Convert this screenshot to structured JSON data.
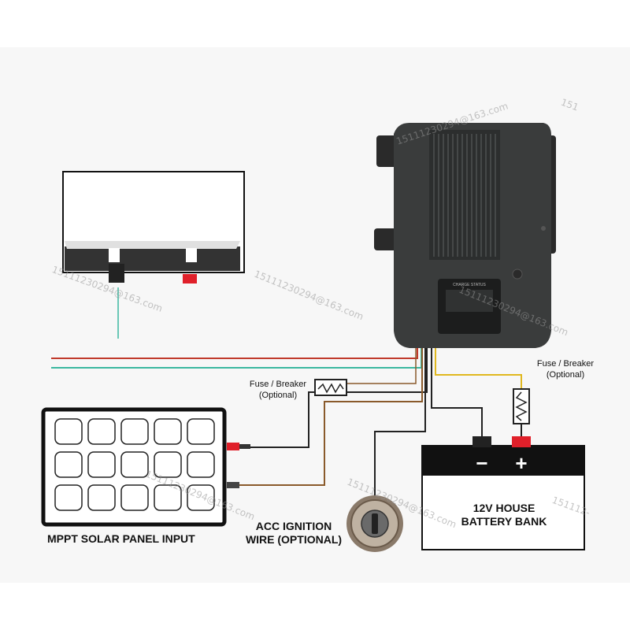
{
  "labels": {
    "solar_input": "MPPT SOLAR PANEL INPUT",
    "acc_line1": "ACC IGNITION",
    "acc_line2": "WIRE (OPTIONAL)",
    "fuse_left_line1": "Fuse / Breaker",
    "fuse_left_line2": "(Optional)",
    "fuse_right_line1": "Fuse / Breaker",
    "fuse_right_line2": "(Optional)",
    "battery_line1": "12V HOUSE",
    "battery_line2": "BATTERY BANK",
    "battery_minus": "−",
    "battery_plus": "+",
    "charger_display": "CHARGE STATUS"
  },
  "watermarks": [
    "15111230294@163.com",
    "15111230294@163.com",
    "15111230294@163.com",
    "15111230294@163.com",
    "15111230294@163.com",
    "15111230294@163.com",
    "151",
    "151112-"
  ],
  "colors": {
    "charger_body": "#3a3c3c",
    "wire_red": "#c0392b",
    "wire_teal": "#3bb8a0",
    "wire_yellow": "#e0b820",
    "wire_brown": "#8a5a2b",
    "wire_black": "#222222",
    "terminal_red": "#e0202a"
  }
}
